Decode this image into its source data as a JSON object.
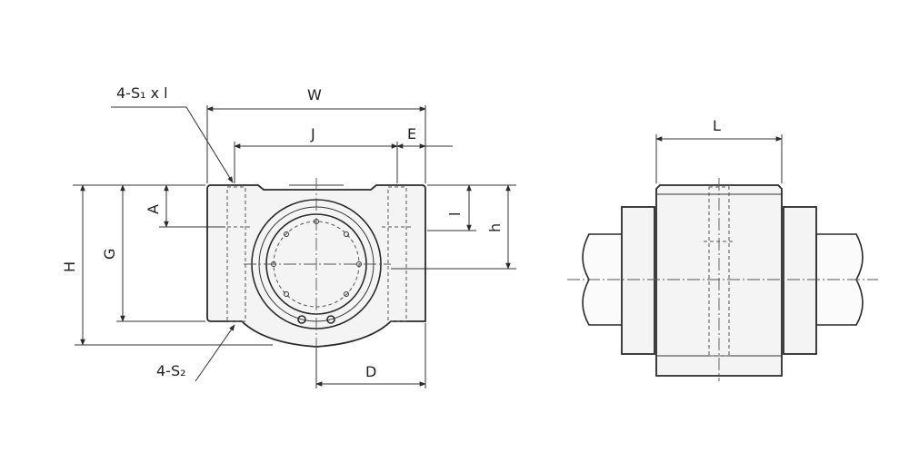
{
  "labels": {
    "s1": "4-S₁ x l",
    "w": "W",
    "j": "J",
    "e": "E",
    "a": "A",
    "l_small": "l",
    "h_small": "h",
    "h_big": "H",
    "g": "G",
    "s2": "4-S₂",
    "d": "D",
    "l_big": "L"
  },
  "colors": {
    "line": "#2a2a2a",
    "fill": "#f4f4f4"
  }
}
